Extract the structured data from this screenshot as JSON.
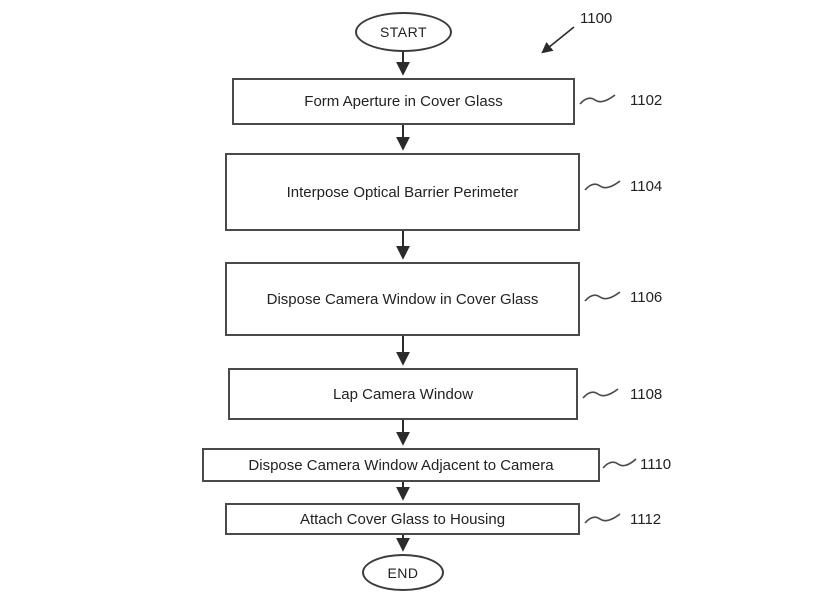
{
  "figure": {
    "number": "1100",
    "start_label": "START",
    "end_label": "END",
    "steps": [
      {
        "label": "Form Aperture in Cover Glass",
        "ref": "1102"
      },
      {
        "label": "Interpose Optical Barrier Perimeter",
        "ref": "1104"
      },
      {
        "label": "Dispose Camera Window in Cover Glass",
        "ref": "1106"
      },
      {
        "label": "Lap Camera Window",
        "ref": "1108"
      },
      {
        "label": "Dispose Camera Window Adjacent to Camera",
        "ref": "1110"
      },
      {
        "label": "Attach Cover Glass to Housing",
        "ref": "1112"
      }
    ]
  }
}
